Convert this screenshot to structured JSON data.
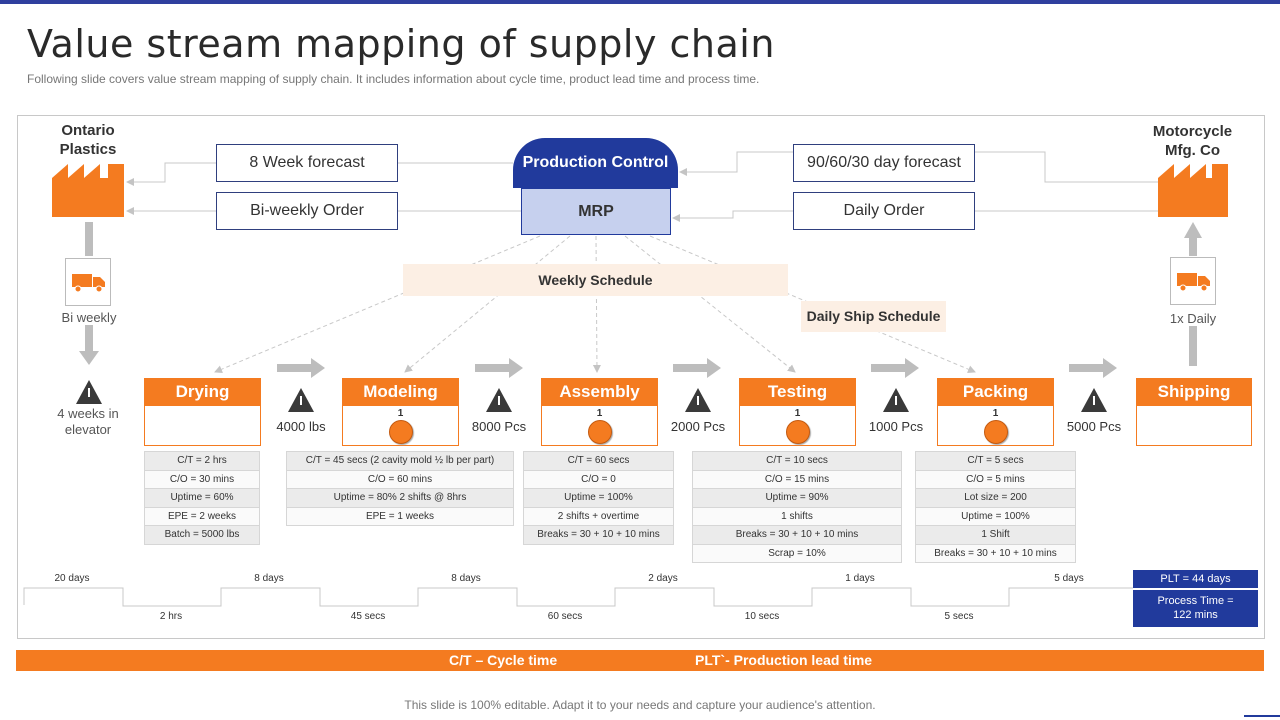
{
  "header": {
    "title": "Value stream mapping of supply chain",
    "subtitle": "Following slide covers value stream mapping of supply chain. It includes information about cycle time, product lead time and process time."
  },
  "supplier": {
    "name": "Ontario Plastics"
  },
  "customer": {
    "name": "Motorcycle Mfg. Co"
  },
  "control": {
    "title": "Production Control",
    "system": "MRP"
  },
  "left_flows": [
    "8 Week forecast",
    "Bi-weekly Order"
  ],
  "right_flows": [
    "90/60/30 day forecast",
    "Daily Order"
  ],
  "schedules": {
    "weekly": "Weekly Schedule",
    "daily_ship": "Daily Ship Schedule"
  },
  "shipments": {
    "inbound": "Bi weekly",
    "outbound": "1x Daily"
  },
  "first_inventory": {
    "label": "4 weeks in elevator"
  },
  "processes": [
    {
      "name": "Drying",
      "operators": ""
    },
    {
      "name": "Modeling",
      "operators": "1"
    },
    {
      "name": "Assembly",
      "operators": "1"
    },
    {
      "name": "Testing",
      "operators": "1"
    },
    {
      "name": "Packing",
      "operators": "1"
    },
    {
      "name": "Shipping",
      "operators": ""
    }
  ],
  "inventories": [
    "4000 lbs",
    "8000 Pcs",
    "2000 Pcs",
    "1000 Pcs",
    "5000 Pcs"
  ],
  "data_boxes": [
    [
      "C/T = 2 hrs",
      "C/O = 30 mins",
      "Uptime = 60%",
      "EPE = 2 weeks",
      "Batch = 5000 lbs"
    ],
    [
      "C/T = 45 secs (2 cavity mold ½ lb per part)",
      "C/O = 60 mins",
      "Uptime = 80% 2 shifts @ 8hrs",
      "EPE = 1 weeks"
    ],
    [
      "C/T = 60 secs",
      "C/O = 0",
      "Uptime = 100%",
      "2 shifts + overtime",
      "Breaks = 30 + 10 + 10 mins"
    ],
    [
      "C/T = 10 secs",
      "C/O = 15 mins",
      "Uptime = 90%",
      "1 shifts",
      "Breaks = 30 + 10 + 10 mins",
      "Scrap = 10%"
    ],
    [
      "C/T = 5 secs",
      "C/O = 5 mins",
      "Lot size = 200",
      "Uptime = 100%",
      "1 Shift",
      "Breaks = 30 + 10 + 10 mins"
    ]
  ],
  "timeline": {
    "lead_times": [
      "20 days",
      "8 days",
      "8 days",
      "2 days",
      "1 days",
      "5 days"
    ],
    "process_times": [
      "2 hrs",
      "45 secs",
      "60 secs",
      "10 secs",
      "5 secs"
    ],
    "plt": "PLT = 44 days",
    "process_time_total": "Process Time = 122 mins"
  },
  "legend": {
    "ct": "C/T – Cycle time",
    "plt": "PLT`- Production lead time"
  },
  "footer": "This slide is 100% editable. Adapt it to your needs and capture your audience's attention.",
  "colors": {
    "accent_orange": "#f47b20",
    "navy": "#213a9c",
    "light_blue": "#c6d0ee",
    "grey_arrow": "#bdbdbd"
  },
  "icons": [
    "factory-icon",
    "truck-icon",
    "warning-triangle-icon",
    "push-arrow-icon"
  ]
}
